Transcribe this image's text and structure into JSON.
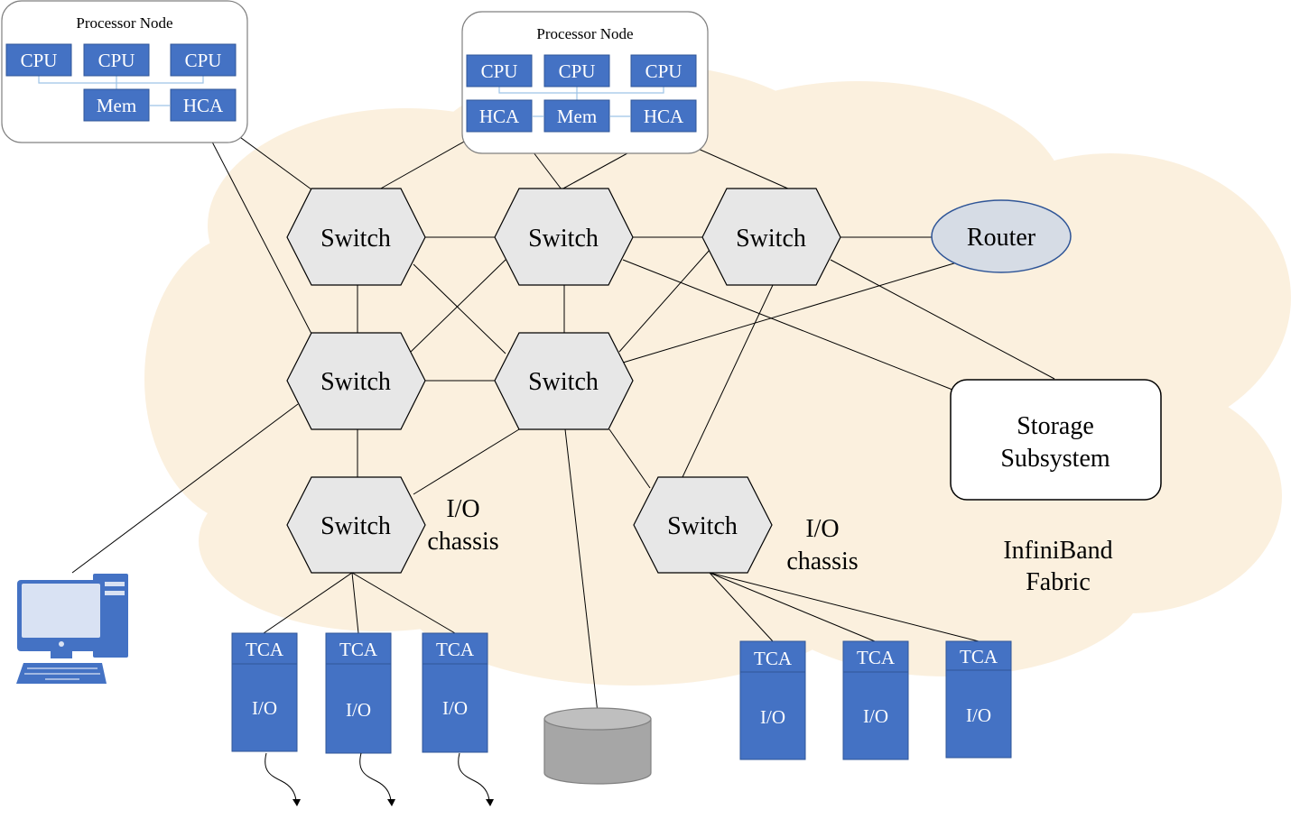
{
  "fabric_label": [
    "InfiniBand",
    "Fabric"
  ],
  "processor_nodes": [
    {
      "title": "Processor Node",
      "cpus": [
        "CPU",
        "CPU",
        "CPU"
      ],
      "mem": "Mem",
      "hca": [
        "HCA"
      ]
    },
    {
      "title": "Processor Node",
      "cpus": [
        "CPU",
        "CPU",
        "CPU"
      ],
      "mem": "Mem",
      "hca": [
        "HCA",
        "HCA"
      ]
    }
  ],
  "switch_label": "Switch",
  "router_label": "Router",
  "storage_label": [
    "Storage",
    "Subsystem"
  ],
  "io_chassis_label": [
    "I/O",
    "chassis"
  ],
  "tca_label": "TCA",
  "io_label": "I/O",
  "colors": {
    "block_fill": "#4472c4",
    "block_stroke": "#2f5597",
    "cloud_fill": "#fbf0de",
    "switch_fill": "#e7e7e7",
    "router_fill": "#d6dce5",
    "router_stroke": "#2f5597",
    "disk_fill": "#a6a6a6",
    "computer_blue": "#4472c4"
  }
}
